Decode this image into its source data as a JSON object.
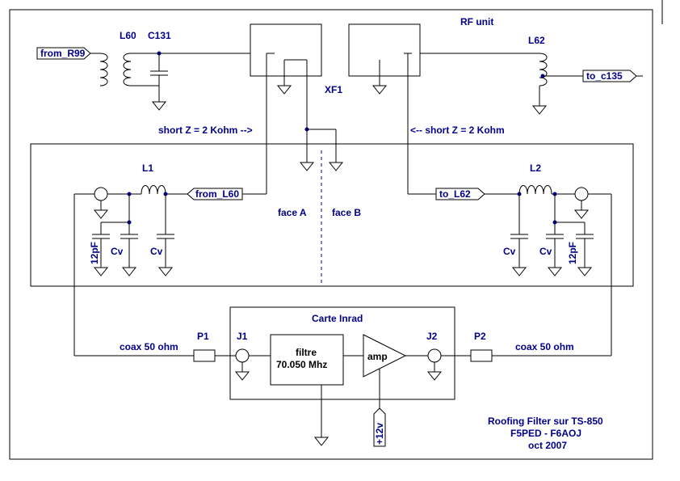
{
  "header": {
    "unit_title": "RF unit"
  },
  "components": {
    "l60": "L60",
    "c131": "C131",
    "l62": "L62",
    "xf1": "XF1",
    "l1": "L1",
    "l2": "L2",
    "cv": "Cv",
    "c12pf": "12pF",
    "p1": "P1",
    "p2": "P2",
    "j1": "J1",
    "j2": "J2"
  },
  "ports": {
    "from_r99": "from_R99",
    "to_c135": "to_c135",
    "from_l60": "from_L60",
    "to_l62": "to_L62"
  },
  "notes": {
    "short_left": "short Z = 2 Kohm -->",
    "short_right": "<-- short Z = 2 Kohm",
    "face_a": "face A",
    "face_b": "face B",
    "coax": "coax 50 ohm",
    "carte": "Carte Inrad",
    "filtre_1": "filtre",
    "filtre_2": "70.050 Mhz",
    "amp": "amp",
    "supply": "+12v"
  },
  "credits": {
    "line1": "Roofing Filter sur TS-850",
    "line2": "F5PED - F6AOJ",
    "line3": "oct 2007"
  }
}
